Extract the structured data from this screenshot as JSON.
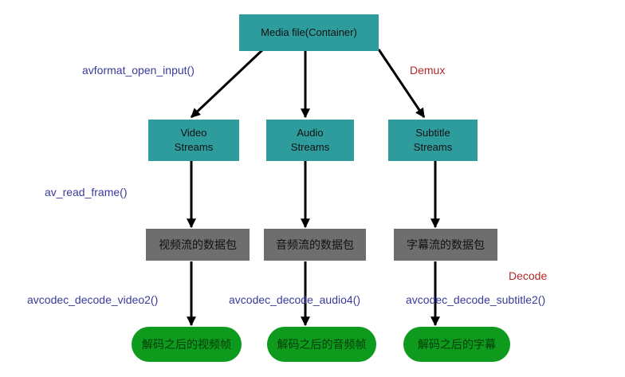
{
  "nodes": {
    "container": "Media file(Container)",
    "video_streams": "Video\nStreams",
    "audio_streams": "Audio\nStreams",
    "subtitle_streams": "Subtitle\nStreams",
    "video_packet": "视频流的数据包",
    "audio_packet": "音频流的数据包",
    "subtitle_packet": "字幕流的数据包",
    "video_frame": "解码之后的视频帧",
    "audio_frame": "解码之后的音频帧",
    "subtitle_frame": "解码之后的字幕"
  },
  "labels": {
    "open_input": "avformat_open_input()",
    "demux": "Demux",
    "read_frame": "av_read_frame()",
    "decode": "Decode",
    "decode_video": "avcodec_decode_video2()",
    "decode_audio": "avcodec_decode_audio4()",
    "decode_subtitle": "avcodec_decode_subtitle2()"
  },
  "colors": {
    "stream_box": "#2e9c9c",
    "packet_box": "#6e6e6e",
    "frame_pill": "#0d9a1d",
    "function_text": "#3a3a9a",
    "stage_text": "#b02a2a"
  }
}
